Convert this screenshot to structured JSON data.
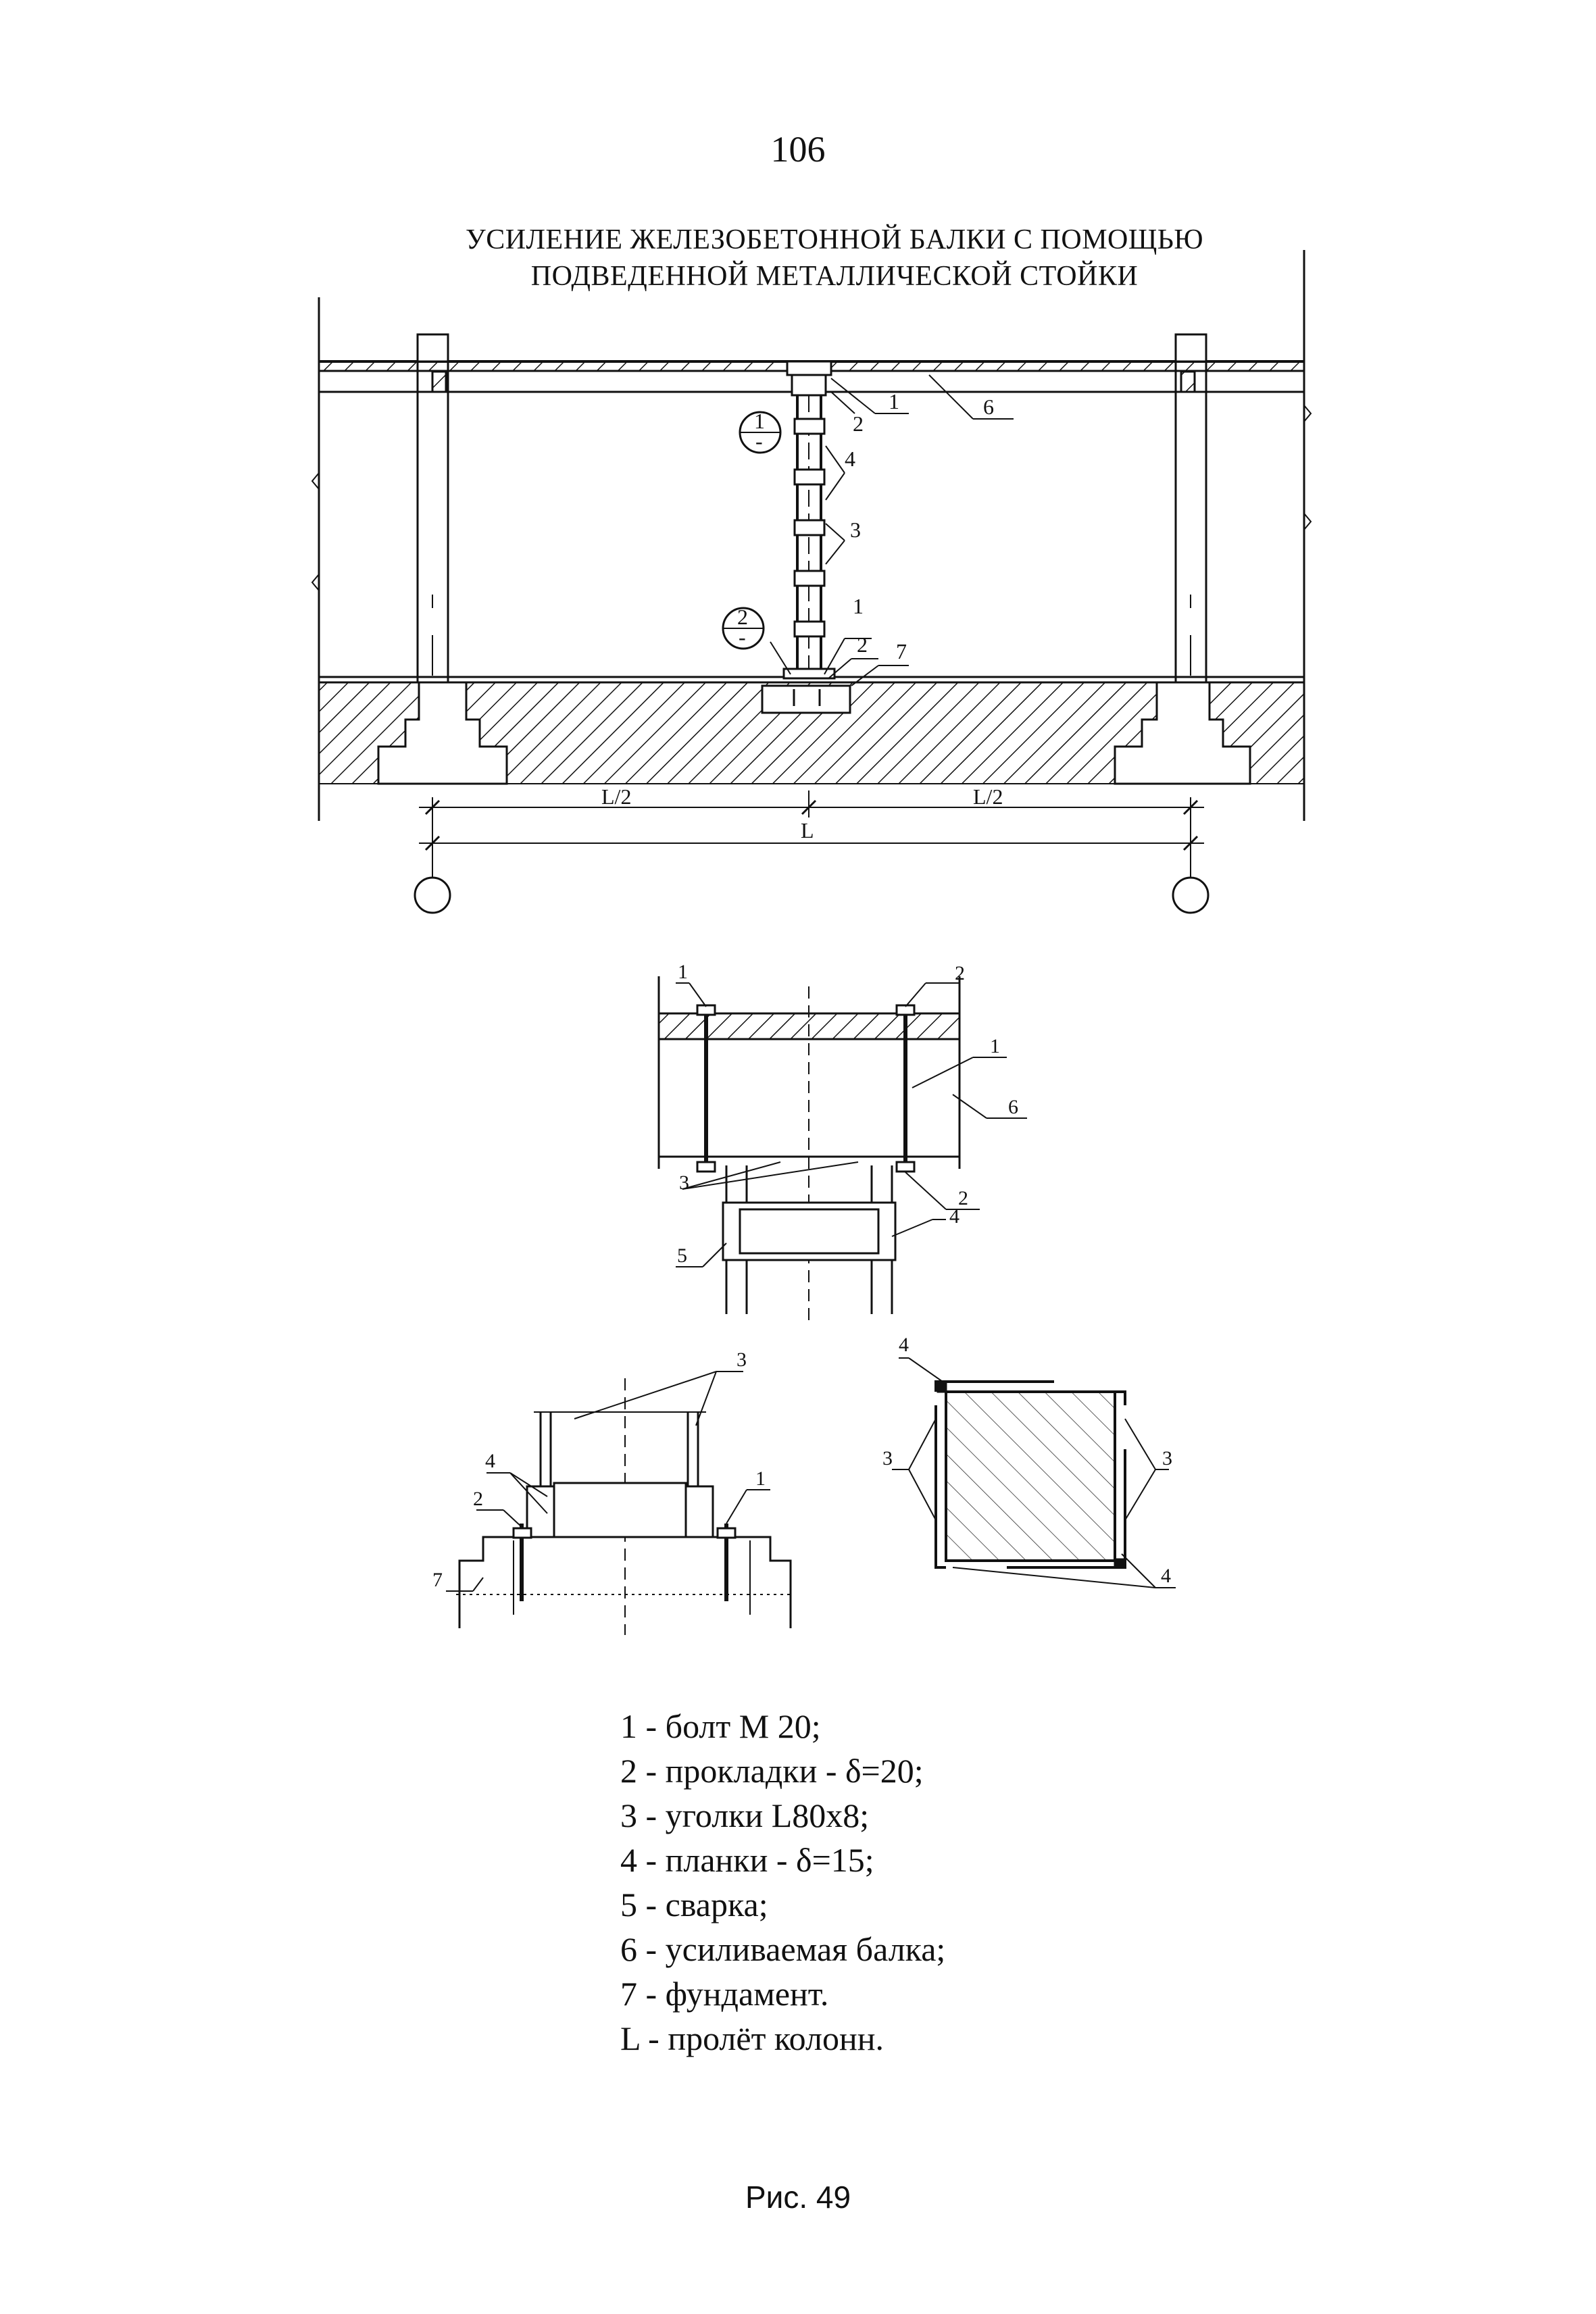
{
  "page_number": "106",
  "title": {
    "line1": "УСИЛЕНИЕ ЖЕЛЕЗОБЕТОННОЙ БАЛКИ С ПОМОЩЬЮ",
    "line2": "ПОДВЕДЕННОЙ МЕТАЛЛИЧЕСКОЙ СТОЙКИ"
  },
  "elevation": {
    "section_mark_1": {
      "num": "1",
      "den": "-"
    },
    "section_mark_2": {
      "num": "2",
      "den": "-"
    },
    "callouts": {
      "c1_top": "1",
      "c2_top": "2",
      "c6": "6",
      "c4": "4",
      "c3": "3",
      "c1_bot": "1",
      "c2_bot": "2",
      "c7": "7"
    },
    "dimensions": {
      "half_left": "L/2",
      "half_right": "L/2",
      "span": "L"
    }
  },
  "detail_top": {
    "callouts": {
      "c1_tl": "1",
      "c2_tr": "2",
      "c1_r": "1",
      "c6": "6",
      "c3": "3",
      "c2_br": "2",
      "c4": "4",
      "c5": "5"
    }
  },
  "detail_base": {
    "callouts": {
      "c3": "3",
      "c4": "4",
      "c2": "2",
      "c1": "1",
      "c7": "7"
    }
  },
  "detail_section": {
    "callouts": {
      "c4_top": "4",
      "c3_left": "3",
      "c3_right": "3",
      "c4_bot": "4"
    }
  },
  "legend": [
    "1 - болт М 20;",
    "2 - прокладки - δ=20;",
    "3 - уголки L80х8;",
    "4 - планки - δ=15;",
    "5 - сварка;",
    "6 - усиливаемая балка;",
    "7 - фундамент.",
    "L - пролёт колонн."
  ],
  "caption": "Рис. 49"
}
